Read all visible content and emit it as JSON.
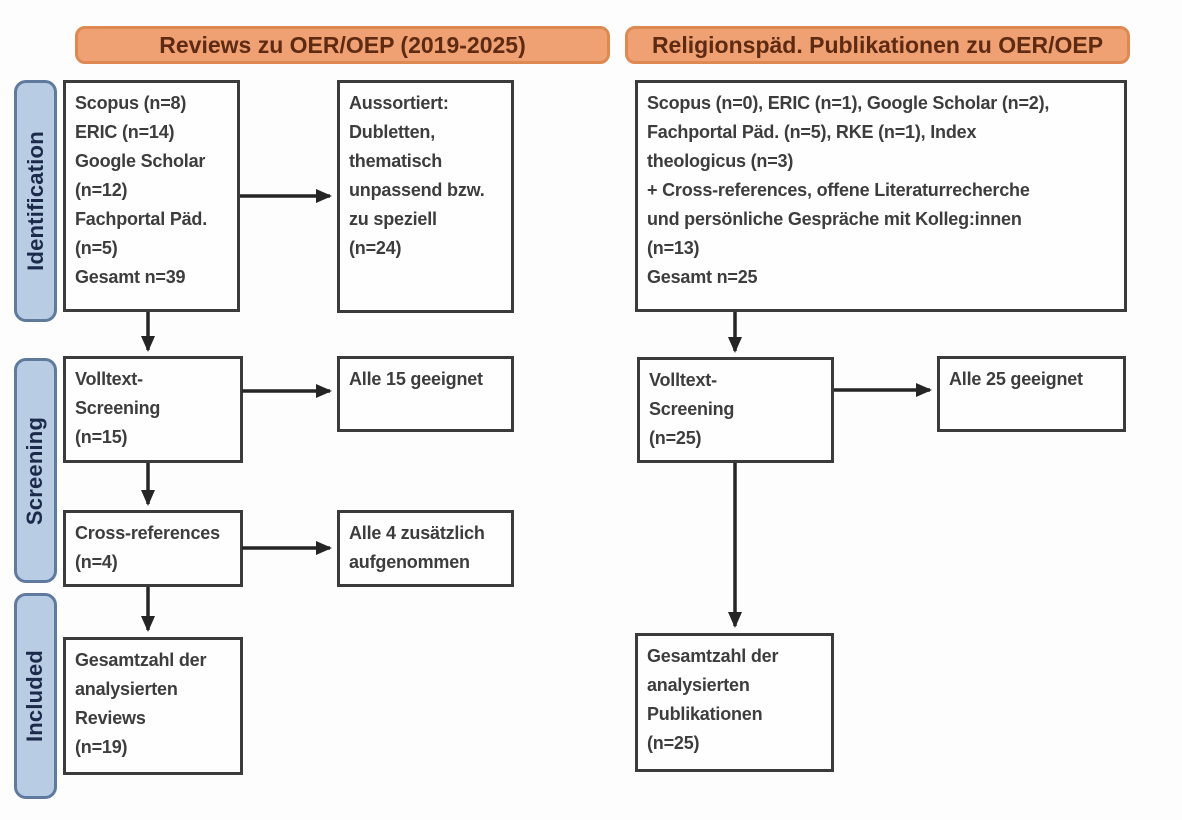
{
  "diagram": {
    "type": "prisma-flow",
    "stages": [
      "Identification",
      "Screening",
      "Included"
    ],
    "columns": {
      "left": {
        "header": "Reviews zu OER/OEP (2019-2025)",
        "sources": "Scopus (n=8)\nERIC (n=14)\nGoogle Scholar\n(n=12)\nFachportal Päd.\n(n=5)\nGesamt n=39",
        "excluded": "Aussortiert:\nDubletten,\nthematisch\nunpassend bzw.\nzu speziell\n(n=24)",
        "fulltext_screening": "Volltext-\nScreening\n(n=15)",
        "fulltext_result": "Alle 15 geeignet",
        "cross_references": "Cross-references\n(n=4)",
        "cross_references_result": "Alle 4 zusätzlich\naufgenommen",
        "included_total": "Gesamtzahl der\nanalysierten\nReviews\n(n=19)"
      },
      "right": {
        "header": "Religionspäd. Publikationen zu OER/OEP",
        "sources": "Scopus (n=0), ERIC (n=1), Google Scholar (n=2),\nFachportal Päd. (n=5), RKE (n=1), Index\ntheologicus (n=3)\n+ Cross-references, offene Literaturrecherche\nund persönliche Gespräche mit Kolleg:innen\n(n=13)\nGesamt n=25",
        "fulltext_screening": "Volltext-\nScreening\n(n=25)",
        "fulltext_result": "Alle 25 geeignet",
        "included_total": "Gesamtzahl der\nanalysierten\nPublikationen\n(n=25)"
      }
    },
    "colors": {
      "header_fill": "#EFA173",
      "header_border": "#DE8852",
      "header_text": "#5E2A12",
      "stage_fill": "#B8CCE4",
      "stage_border": "#5F7A9D",
      "stage_text": "#1B2A4A",
      "box_border": "#3B3B3B",
      "box_text": "#3D3D3D",
      "arrow": "#252525"
    }
  }
}
